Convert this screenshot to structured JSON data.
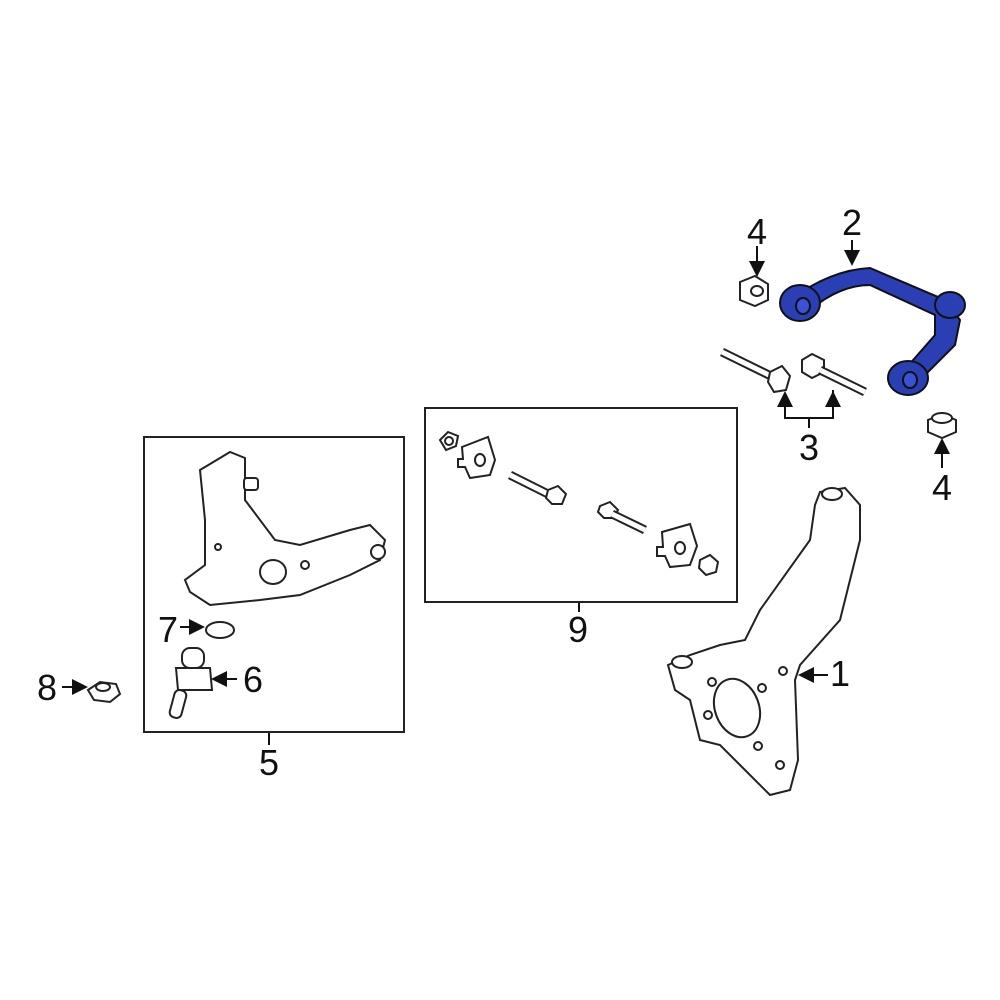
{
  "diagram": {
    "highlight_color": "#2b3fb5",
    "line_color": "#222222",
    "callouts": [
      {
        "id": "1",
        "label": "1",
        "part": "steering-knuckle"
      },
      {
        "id": "2",
        "label": "2",
        "part": "upper-control-arm",
        "highlighted": true
      },
      {
        "id": "3",
        "label": "3",
        "part": "control-arm-bolts"
      },
      {
        "id": "4a",
        "label": "4",
        "part": "nut-upper-left"
      },
      {
        "id": "4b",
        "label": "4",
        "part": "nut-lower-right"
      },
      {
        "id": "5",
        "label": "5",
        "part": "lower-control-arm-assembly"
      },
      {
        "id": "6",
        "label": "6",
        "part": "ball-joint"
      },
      {
        "id": "7",
        "label": "7",
        "part": "snap-ring"
      },
      {
        "id": "8",
        "label": "8",
        "part": "nut"
      },
      {
        "id": "9",
        "label": "9",
        "part": "camber-alignment-kit"
      }
    ]
  }
}
